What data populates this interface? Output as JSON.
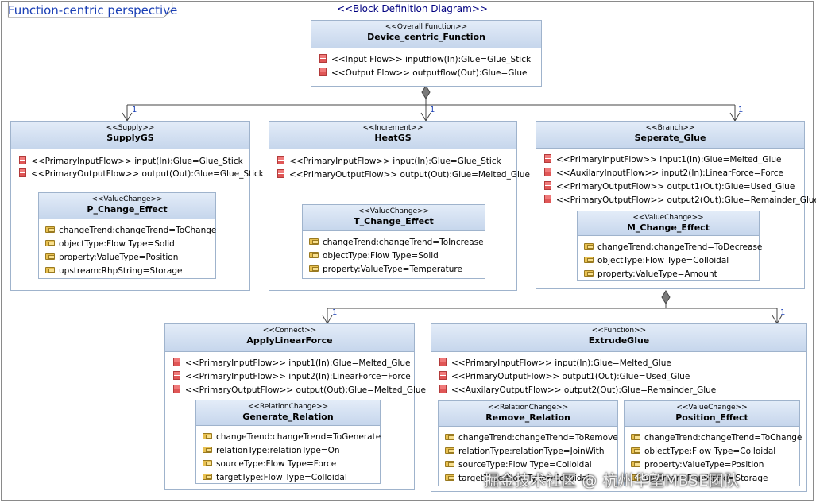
{
  "diagram": {
    "tab_title": "Function-centric perspective",
    "header": "<<Block Definition Diagram>>",
    "multiplicity": "1"
  },
  "blocks": {
    "overall": {
      "stereotype": "<<Overall Function>>",
      "name": "Device_centric_Function",
      "ports": [
        "<<Input Flow>> inputflow(In):Glue=Glue_Stick",
        "<<Output Flow>> outputflow(Out):Glue=Glue"
      ]
    },
    "supply": {
      "stereotype": "<<Supply>>",
      "name": "SupplyGS",
      "ports": [
        "<<PrimaryInputFlow>> input(In):Glue=Glue_Stick",
        "<<PrimaryOutputFlow>> output(Out):Glue=Glue_Stick"
      ],
      "inner": {
        "stereotype": "<<ValueChange>>",
        "name": "P_Change_Effect",
        "attrs": [
          "changeTrend:changeTrend=ToChange",
          "objectType:Flow Type=Solid",
          "property:ValueType=Position",
          "upstream:RhpString=Storage"
        ]
      }
    },
    "heat": {
      "stereotype": "<<Increment>>",
      "name": "HeatGS",
      "ports": [
        "<<PrimaryInputFlow>> input(In):Glue=Glue_Stick",
        "<<PrimaryOutputFlow>> output(Out):Glue=Melted_Glue"
      ],
      "inner": {
        "stereotype": "<<ValueChange>>",
        "name": "T_Change_Effect",
        "attrs": [
          "changeTrend:changeTrend=ToIncrease",
          "objectType:Flow Type=Solid",
          "property:ValueType=Temperature"
        ]
      }
    },
    "branch": {
      "stereotype": "<<Branch>>",
      "name": "Seperate_Glue",
      "ports": [
        "<<PrimaryInputFlow>> input1(In):Glue=Melted_Glue",
        "<<AuxilaryInputFlow>> input2(In):LinearForce=Force",
        "<<PrimaryOutputFlow>> output1(Out):Glue=Used_Glue",
        "<<PrimaryOutputFlow>> output2(Out):Glue=Remainder_Glue"
      ],
      "inner": {
        "stereotype": "<<ValueChange>>",
        "name": "M_Change_Effect",
        "attrs": [
          "changeTrend:changeTrend=ToDecrease",
          "objectType:Flow Type=Colloidal",
          "property:ValueType=Amount"
        ]
      }
    },
    "connect": {
      "stereotype": "<<Connect>>",
      "name": "ApplyLinearForce",
      "ports": [
        "<<PrimaryInputFlow>> input1(In):Glue=Melted_Glue",
        "<<PrimaryInputFlow>> input2(In):LinearForce=Force",
        "<<PrimaryOutputFlow>> output(Out):Glue=Melted_Glue"
      ],
      "inner": {
        "stereotype": "<<RelationChange>>",
        "name": "Generate_Relation",
        "attrs": [
          "changeTrend:changeTrend=ToGenerate",
          "relationType:relationType=On",
          "sourceType:Flow Type=Force",
          "targetType:Flow Type=Colloidal"
        ]
      }
    },
    "extrude": {
      "stereotype": "<<Function>>",
      "name": "ExtrudeGlue",
      "ports": [
        "<<PrimaryInputFlow>> input(In):Glue=Melted_Glue",
        "<<PrimaryOutputFlow>> output1(Out):Glue=Used_Glue",
        "<<AuxilaryOutputFlow>> output2(Out):Glue=Remainder_Glue"
      ],
      "inner1": {
        "stereotype": "<<RelationChange>>",
        "name": "Remove_Relation",
        "attrs": [
          "changeTrend:changeTrend=ToRemove",
          "relationType:relationType=JoinWith",
          "sourceType:Flow Type=Colloidal",
          "targetType:Flow Type=Colloidal"
        ]
      },
      "inner2": {
        "stereotype": "<<ValueChange>>",
        "name": "Position_Effect",
        "attrs": [
          "changeTrend:changeTrend=ToChange",
          "objectType:Flow Type=Colloidal",
          "property:ValueType=Position",
          "upstream:RhpString=Storage"
        ]
      }
    }
  },
  "watermark": "掘金技术社区 @ 杭州华望MBSE团队"
}
